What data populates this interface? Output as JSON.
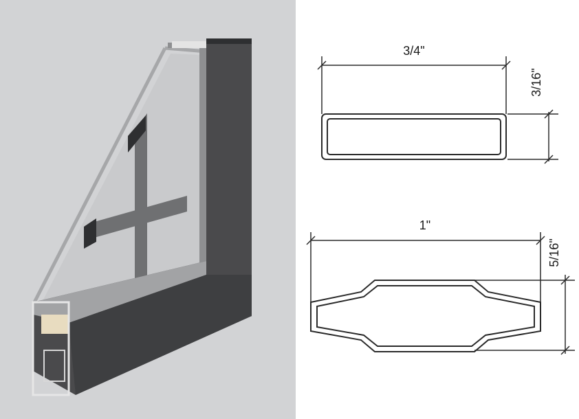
{
  "dimensions": {
    "rect_profile": {
      "width": "3/4\"",
      "height": "3/16\""
    },
    "shaped_profile": {
      "width": "1\"",
      "height": "5/16\""
    }
  },
  "colors": {
    "photo_background": "#d2d3d5",
    "frame": "#4a4a4c",
    "frame_dark": "#2e2f31",
    "glass_edge": "#9a9a9c",
    "grille": "#6f7072",
    "spacer": "#e8dcc0",
    "line": "#2a2a2a"
  }
}
